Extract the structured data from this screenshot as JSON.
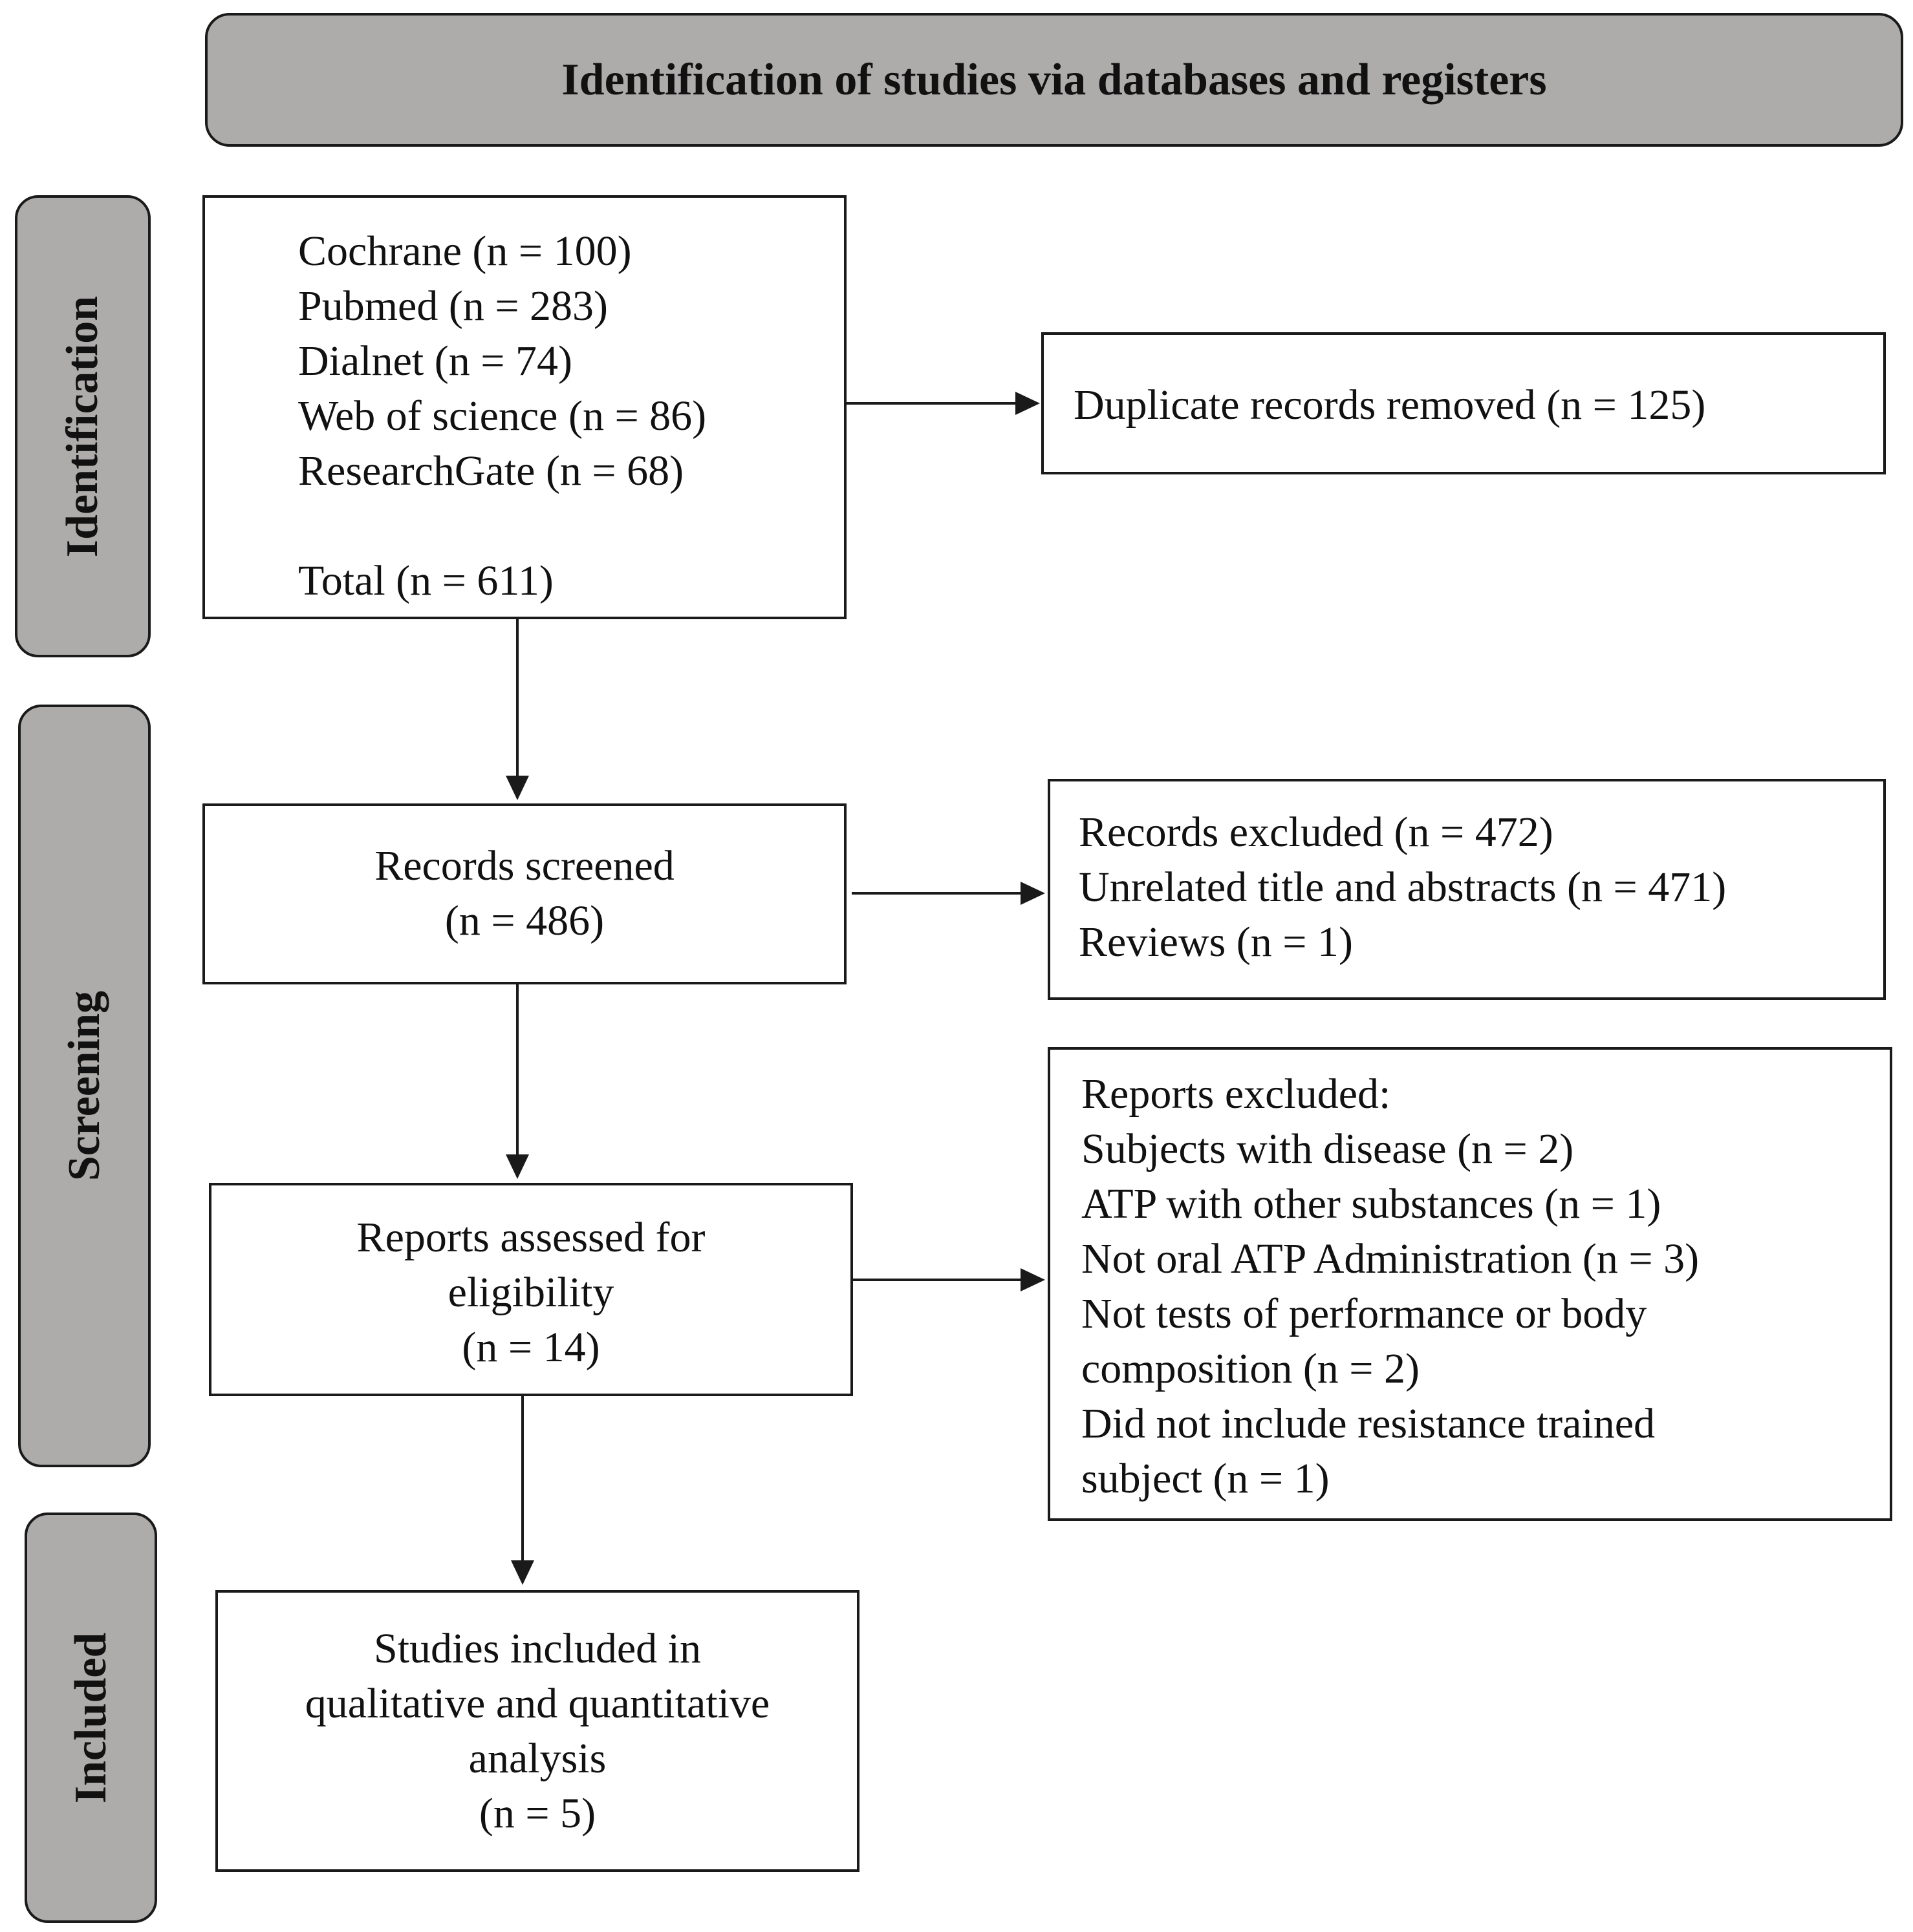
{
  "header": {
    "title": "Identification of studies via databases and registers"
  },
  "phases": {
    "identification": "Identification",
    "screening": "Screening",
    "included": "Included"
  },
  "identification_box": {
    "lines": [
      "Cochrane (n = 100)",
      "Pubmed (n = 283)",
      "Dialnet (n = 74)",
      "Web of science (n = 86)",
      "ResearchGate (n = 68)"
    ],
    "total": "Total (n = 611)"
  },
  "duplicates_box": {
    "text": "Duplicate records removed (n = 125)"
  },
  "screened_box": {
    "lines": [
      "Records screened",
      "(n = 486)"
    ]
  },
  "records_excluded_box": {
    "lines": [
      "Records excluded (n = 472)",
      "Unrelated title and abstracts (n = 471)",
      "Reviews (n = 1)"
    ]
  },
  "eligibility_box": {
    "lines": [
      "Reports assessed for",
      "eligibility",
      "(n = 14)"
    ]
  },
  "reports_excluded_box": {
    "lines": [
      "Reports excluded:",
      "Subjects with disease (n = 2)",
      "ATP with other substances (n = 1)",
      "Not oral ATP Administration (n = 3)",
      "Not tests of performance or body",
      "composition (n = 2)",
      "Did not include resistance trained",
      "subject (n = 1)"
    ]
  },
  "included_box": {
    "lines": [
      "Studies included in",
      "qualitative and quantitative",
      "analysis",
      "(n = 5)"
    ]
  }
}
